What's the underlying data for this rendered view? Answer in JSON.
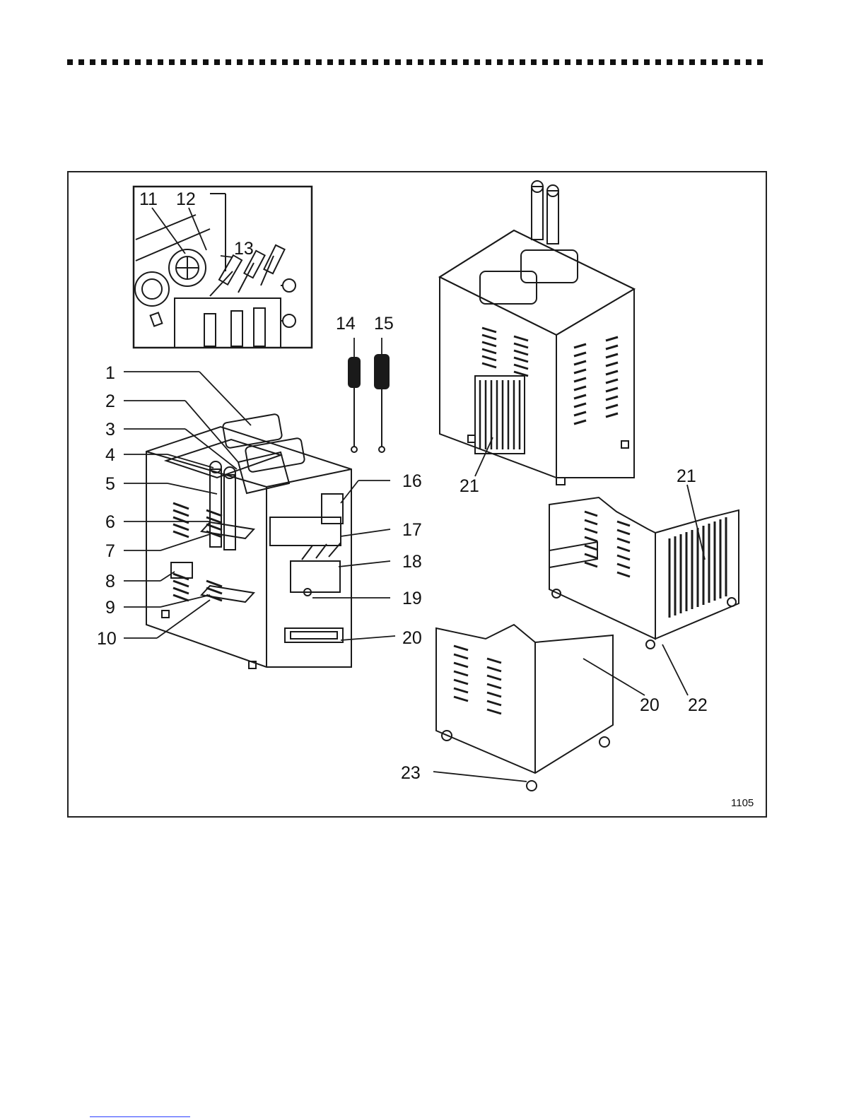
{
  "figure": {
    "id": "1105",
    "callouts": [
      {
        "label": "11"
      },
      {
        "label": "12"
      },
      {
        "label": "13"
      },
      {
        "label": "14"
      },
      {
        "label": "15"
      },
      {
        "label": "1"
      },
      {
        "label": "2"
      },
      {
        "label": "3"
      },
      {
        "label": "4"
      },
      {
        "label": "5"
      },
      {
        "label": "6"
      },
      {
        "label": "7"
      },
      {
        "label": "8"
      },
      {
        "label": "9"
      },
      {
        "label": "10"
      },
      {
        "label": "16"
      },
      {
        "label": "17"
      },
      {
        "label": "18"
      },
      {
        "label": "19"
      },
      {
        "label": "20"
      },
      {
        "label": "21"
      },
      {
        "label": "21"
      },
      {
        "label": "22"
      },
      {
        "label": "20"
      },
      {
        "label": "23"
      }
    ]
  },
  "colors": {
    "line": "#1a1a1a",
    "accent_link": "#2a3cff"
  },
  "icons": [
    "dotted-rule",
    "machine-illustration"
  ]
}
